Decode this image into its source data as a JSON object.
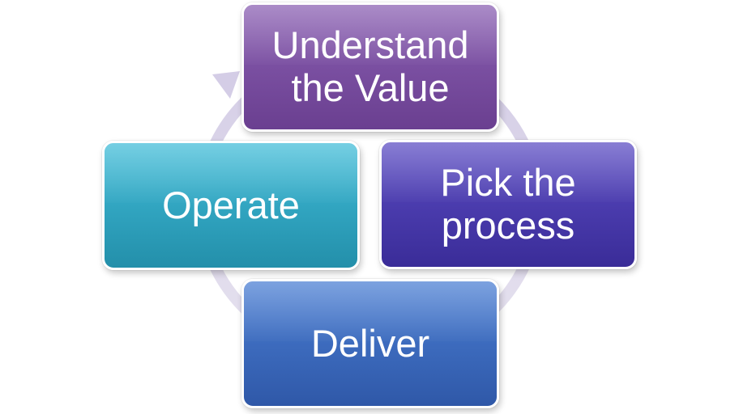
{
  "diagram": {
    "type": "cycle",
    "arrow_color": "#d9d3e8",
    "steps": [
      {
        "label": "Understand\nthe Value",
        "color_top": "#8a5fb2",
        "color_bottom": "#6a3f90"
      },
      {
        "label": "Pick the\nprocess",
        "color_top": "#5b4cc3",
        "color_bottom": "#3a2c98"
      },
      {
        "label": "Deliver",
        "color_top": "#4a7ed3",
        "color_bottom": "#2f58a8"
      },
      {
        "label": "Operate",
        "color_top": "#40bcd8",
        "color_bottom": "#238faa"
      }
    ]
  }
}
